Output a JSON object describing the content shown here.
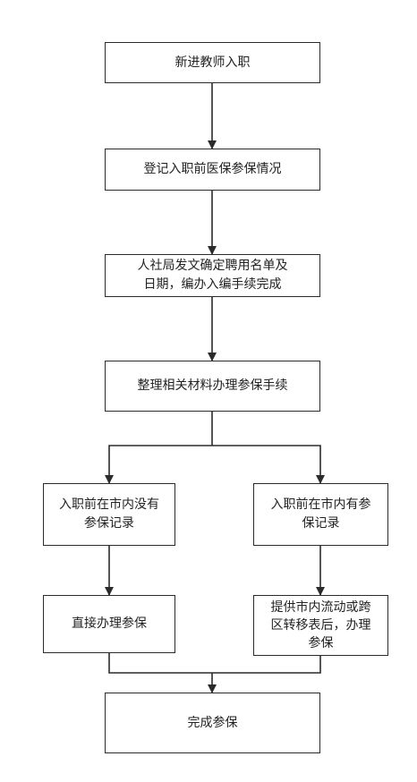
{
  "flowchart": {
    "steps": {
      "new_teacher": "新进教师入职",
      "register_insurance": "登记入职前医保参保情况",
      "bureau_document": "人社局发文确定聘用名单及\n日期，编办入编手续完成",
      "prepare_materials": "整理相关材料办理参保手续",
      "no_city_record": "入职前在市内没有\n参保记录",
      "has_city_record": "入职前在市内有参\n保记录",
      "direct_enroll": "直接办理参保",
      "transfer_form": "提供市内流动或跨\n区转移表后，办理\n参保",
      "complete": "完成参保"
    }
  },
  "colors": {
    "stroke": "#2b2b2b",
    "background": "#ffffff"
  }
}
